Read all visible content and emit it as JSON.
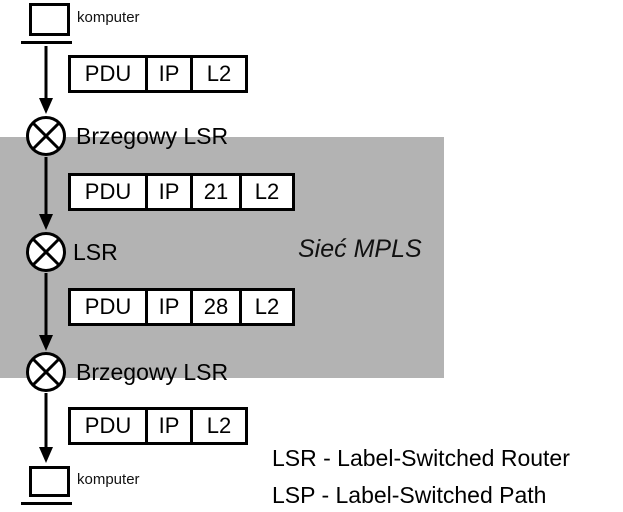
{
  "diagram": {
    "region_label": "Sieć MPLS",
    "endpoint_top": "komputer",
    "endpoint_bottom": "komputer",
    "nodes": [
      {
        "label": "Brzegowy LSR"
      },
      {
        "label": "LSR"
      },
      {
        "label": "Brzegowy LSR"
      }
    ],
    "packets": [
      {
        "segments": {
          "0": "PDU",
          "1": "IP",
          "2": "L2"
        }
      },
      {
        "segments": {
          "0": "PDU",
          "1": "IP",
          "2": "21",
          "3": "L2"
        }
      },
      {
        "segments": {
          "0": "PDU",
          "1": "IP",
          "2": "28",
          "3": "L2"
        }
      },
      {
        "segments": {
          "0": "PDU",
          "1": "IP",
          "2": "L2"
        }
      }
    ],
    "legend": {
      "line1": "LSR - Label-Switched Router",
      "line2": "LSP - Label-Switched Path"
    },
    "colors": {
      "region_gray": "#b3b3b3",
      "stroke": "#000000"
    }
  }
}
